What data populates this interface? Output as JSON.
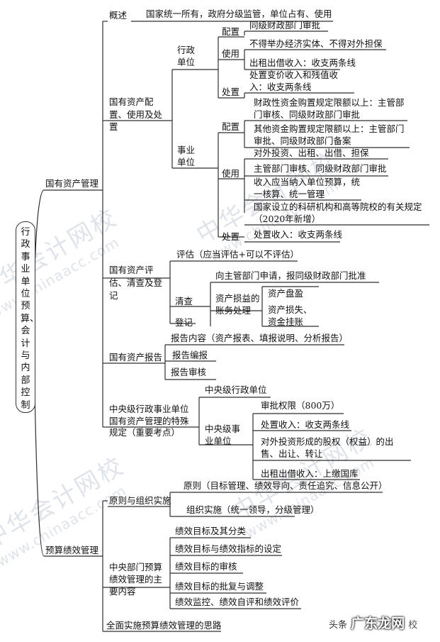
{
  "root": "行政事业单位预算、会计与内部控制",
  "branch1": {
    "title": "国有资产管理",
    "overview": {
      "label": "概述",
      "text": "国家统一所有，政府分级监管，单位占有、使用"
    },
    "config": {
      "label": "国有资产配置、使用及处置",
      "admin": {
        "label": "行政单位",
        "peizhi": {
          "label": "配置",
          "items": [
            "同级财政部门审批"
          ]
        },
        "shiyong": {
          "label": "使用",
          "items": [
            "不得举办经济实体、不得对外担保",
            "出租出借收入：收支两条线"
          ]
        },
        "chuzhi": {
          "label": "处置",
          "items": [
            "处置变价收入和残值收入：收支两条线"
          ]
        }
      },
      "inst": {
        "label": "事业单位",
        "peizhi": {
          "label": "配置",
          "items": [
            "财政性资金购置规定限额以上：主管部门审核、同级财政部门审批",
            "其他资金购置规定限额以上：主管部门审批、同级财政部门备案"
          ]
        },
        "shiyong": {
          "label": "使用",
          "items": [
            "对外投资、出租、出借、担保",
            "主管部门审核、同级财政部门审批",
            "收入应当纳入单位预算，统一核算、统一管理",
            "国家设立的科研机构和高等院校的有关规定（2020年新增）"
          ]
        },
        "chuzhi": {
          "label": "处置",
          "items": [
            "处置收入：收支两条线"
          ]
        }
      }
    },
    "eval": {
      "label": "国有资产评估、清查及登记",
      "pinggu": "评估（应当评估+可以不评估）",
      "qingcha": {
        "label": "清查",
        "apply": "向主管部门申请，报同级财政部门批准",
        "sunyi": {
          "label": "资产损益的账务处理",
          "items": [
            "资产盘盈",
            "资产损失、资金挂账"
          ]
        }
      },
      "dengji": "登记"
    },
    "report": {
      "label": "国有资产报告",
      "items": [
        "报告内容（资产报表、填报说明、分析报告）",
        "报告编报",
        "报告审核"
      ]
    },
    "central": {
      "label": "中央级行政事业单位国有资产管理的特殊规定（重要考点）",
      "admin": "中央级行政单位",
      "inst": {
        "label": "中央级事业单位",
        "items": [
          "审批权限（800万）",
          "处置收入：收支两条线",
          "对外投资形成的股权（权益）的出售、出让、转让",
          "出租出借收入：上缴国库"
        ]
      }
    }
  },
  "branch2": {
    "title": "预算绩效管理",
    "principle": {
      "label": "原则与组织实施",
      "items": [
        "原则（目标管理、绩效导向、责任追究、信息公开）",
        "组织实施（统一领导，分级管理）"
      ]
    },
    "central": {
      "label": "中央部门预算绩效管理的主要内容",
      "items": [
        "绩效目标及其分类",
        "绩效目标与绩效指标的设定",
        "绩效目标的审核",
        "绩效目标的批复与调整",
        "绩效监控、绩效自评和绩效评价"
      ]
    },
    "overall": "全面实施预算绩效管理的思路"
  },
  "watermark": {
    "brand": "中华会计网校",
    "url": "www.chinaacc.com"
  },
  "badge": {
    "prefix": "头条",
    "name": "广东龙网",
    "suffix": "校"
  }
}
